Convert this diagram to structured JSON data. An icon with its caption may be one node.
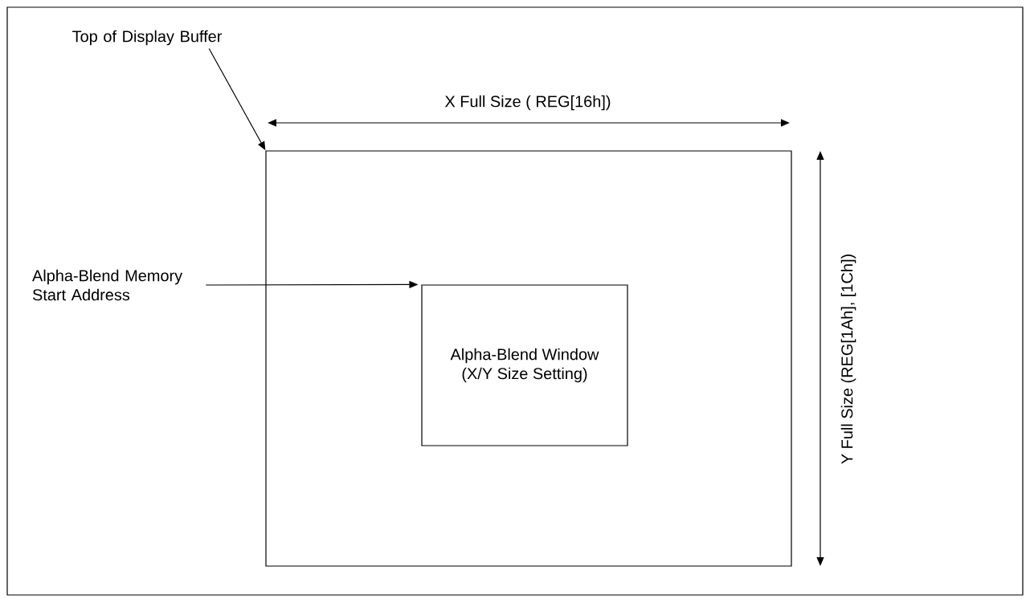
{
  "diagram": {
    "nodes": [
      {
        "text": [
          "Top of Display Buffer"
        ]
      },
      {
        "text": [],
        "shape": "box"
      },
      {
        "text": [
          "Alpha-Blend Memory Start Address"
        ]
      },
      {
        "text": [
          "Alpha-Blend Window (X/Y Size Setting)"
        ],
        "in": 1
      }
    ],
    "edges": [
      {
        "from": 0,
        "to": 1,
        "arrow": "to"
      },
      {
        "from": 2,
        "to": 3,
        "arrow": "to"
      }
    ],
    "labels": [
      "X Full Size ( REG[16h])",
      "Y Full Size (REG[1Ah], [1Ch])"
    ]
  }
}
